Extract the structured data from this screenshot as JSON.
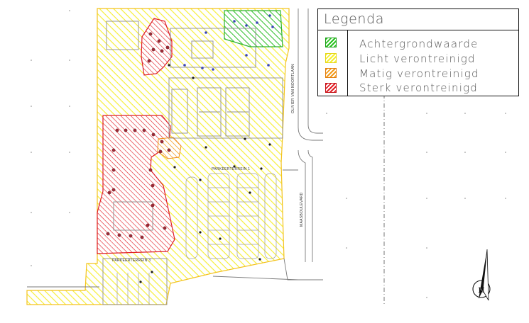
{
  "legend": {
    "title": "Legenda",
    "items": [
      {
        "label": "Achtergrondwaarde",
        "color": "#27c21e"
      },
      {
        "label": "Licht verontreinigd",
        "color": "#f5ef2d"
      },
      {
        "label": "Matig verontreinigd",
        "color": "#f39a1a"
      },
      {
        "label": "Sterk verontreinigd",
        "color": "#e31f26"
      }
    ]
  },
  "map_labels": {
    "street_1": "OLIVIER VAN NOORTLAAN",
    "street_2": "MAASBOULEVARD",
    "parking_1": "PARKEERTERREIN 1",
    "parking_2": "PARKEERTERREIN 3"
  },
  "north_arrow": "N"
}
